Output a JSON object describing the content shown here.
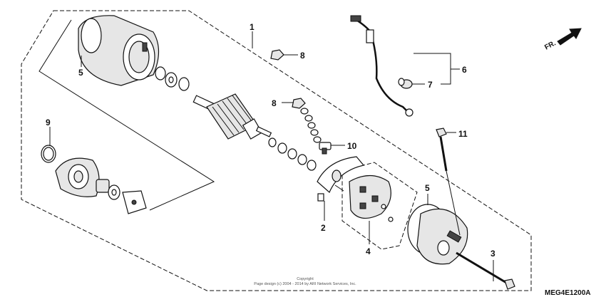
{
  "labels": {
    "l1": "1",
    "l2": "2",
    "l3": "3",
    "l4": "4",
    "l5a": "5",
    "l5b": "5",
    "l6": "6",
    "l7": "7",
    "l8a": "8",
    "l8b": "8",
    "l9": "9",
    "l10": "10",
    "l11": "11"
  },
  "diagram_code": "MEG4E1200A",
  "direction": "FR.",
  "copyright": {
    "line1": "Copyright",
    "line2": "Page design (c) 2004 - 2014 by ARI Network Services, Inc."
  }
}
